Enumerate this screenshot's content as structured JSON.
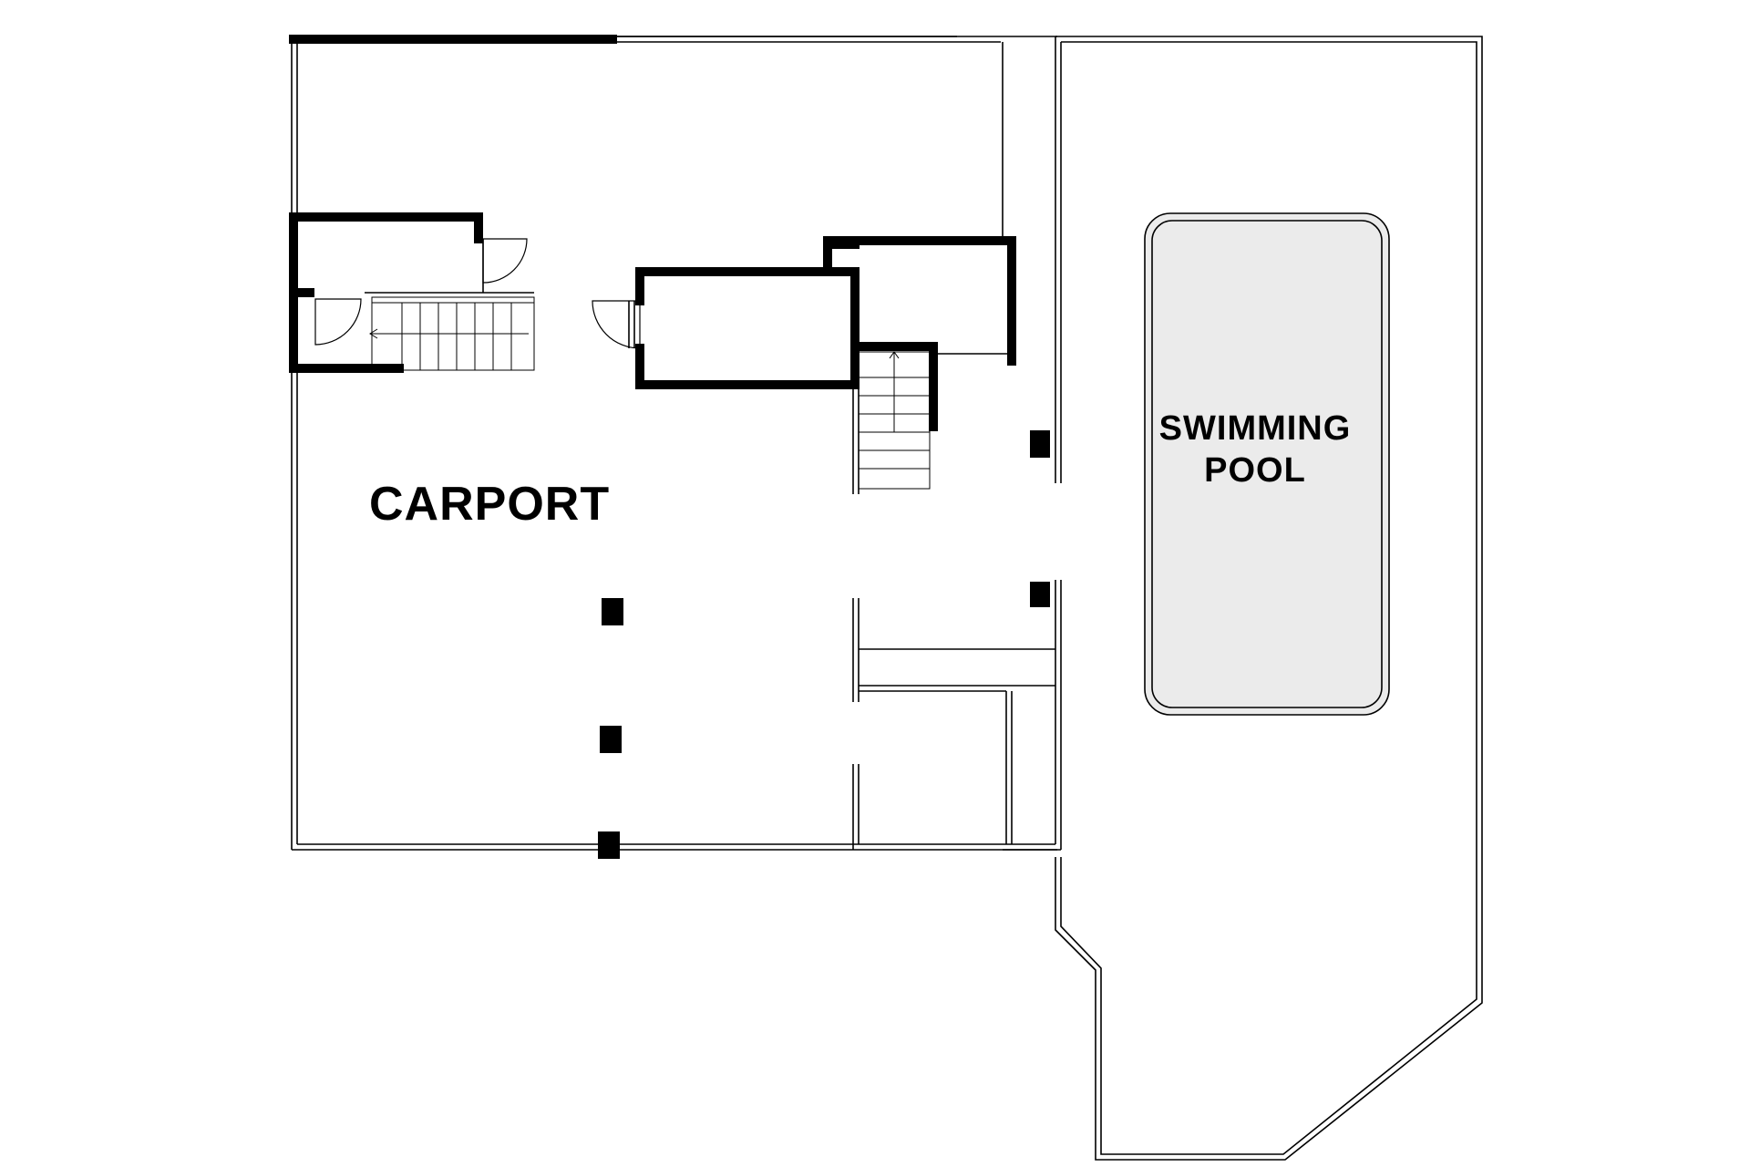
{
  "plan": {
    "rooms": {
      "carport": "CARPORT",
      "pool_line1": "SWIMMING",
      "pool_line2": "POOL"
    },
    "colors": {
      "wall": "#000000",
      "pool_fill": "#ebebeb",
      "background": "#ffffff"
    }
  }
}
